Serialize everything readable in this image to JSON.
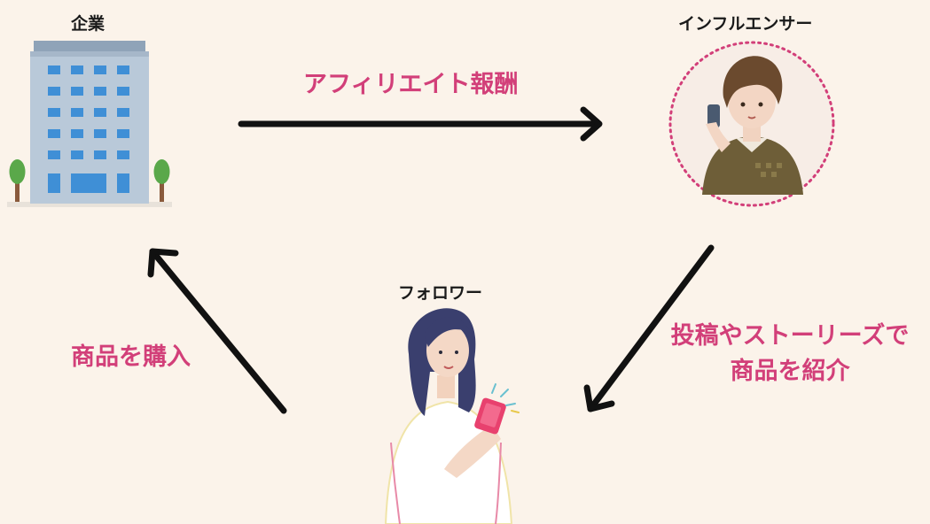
{
  "nodes": {
    "company": {
      "label": "企業",
      "icon": "office-building-icon"
    },
    "influencer": {
      "label": "インフルエンサー",
      "icon": "influencer-avatar-icon"
    },
    "follower": {
      "label": "フォロワー",
      "icon": "woman-with-phone-icon"
    }
  },
  "edges": {
    "affiliate_reward": {
      "label": "アフィリエイト報酬"
    },
    "introduce": {
      "line1": "投稿やストーリーズで",
      "line2": "商品を紹介"
    },
    "purchase": {
      "label": "商品を購入"
    }
  },
  "colors": {
    "background": "#fbf3ea",
    "accent_pink": "#d23f79",
    "arrow": "#111111",
    "building": "#b8c8d8",
    "window": "#3f8fd6",
    "tree": "#5aa84a"
  }
}
